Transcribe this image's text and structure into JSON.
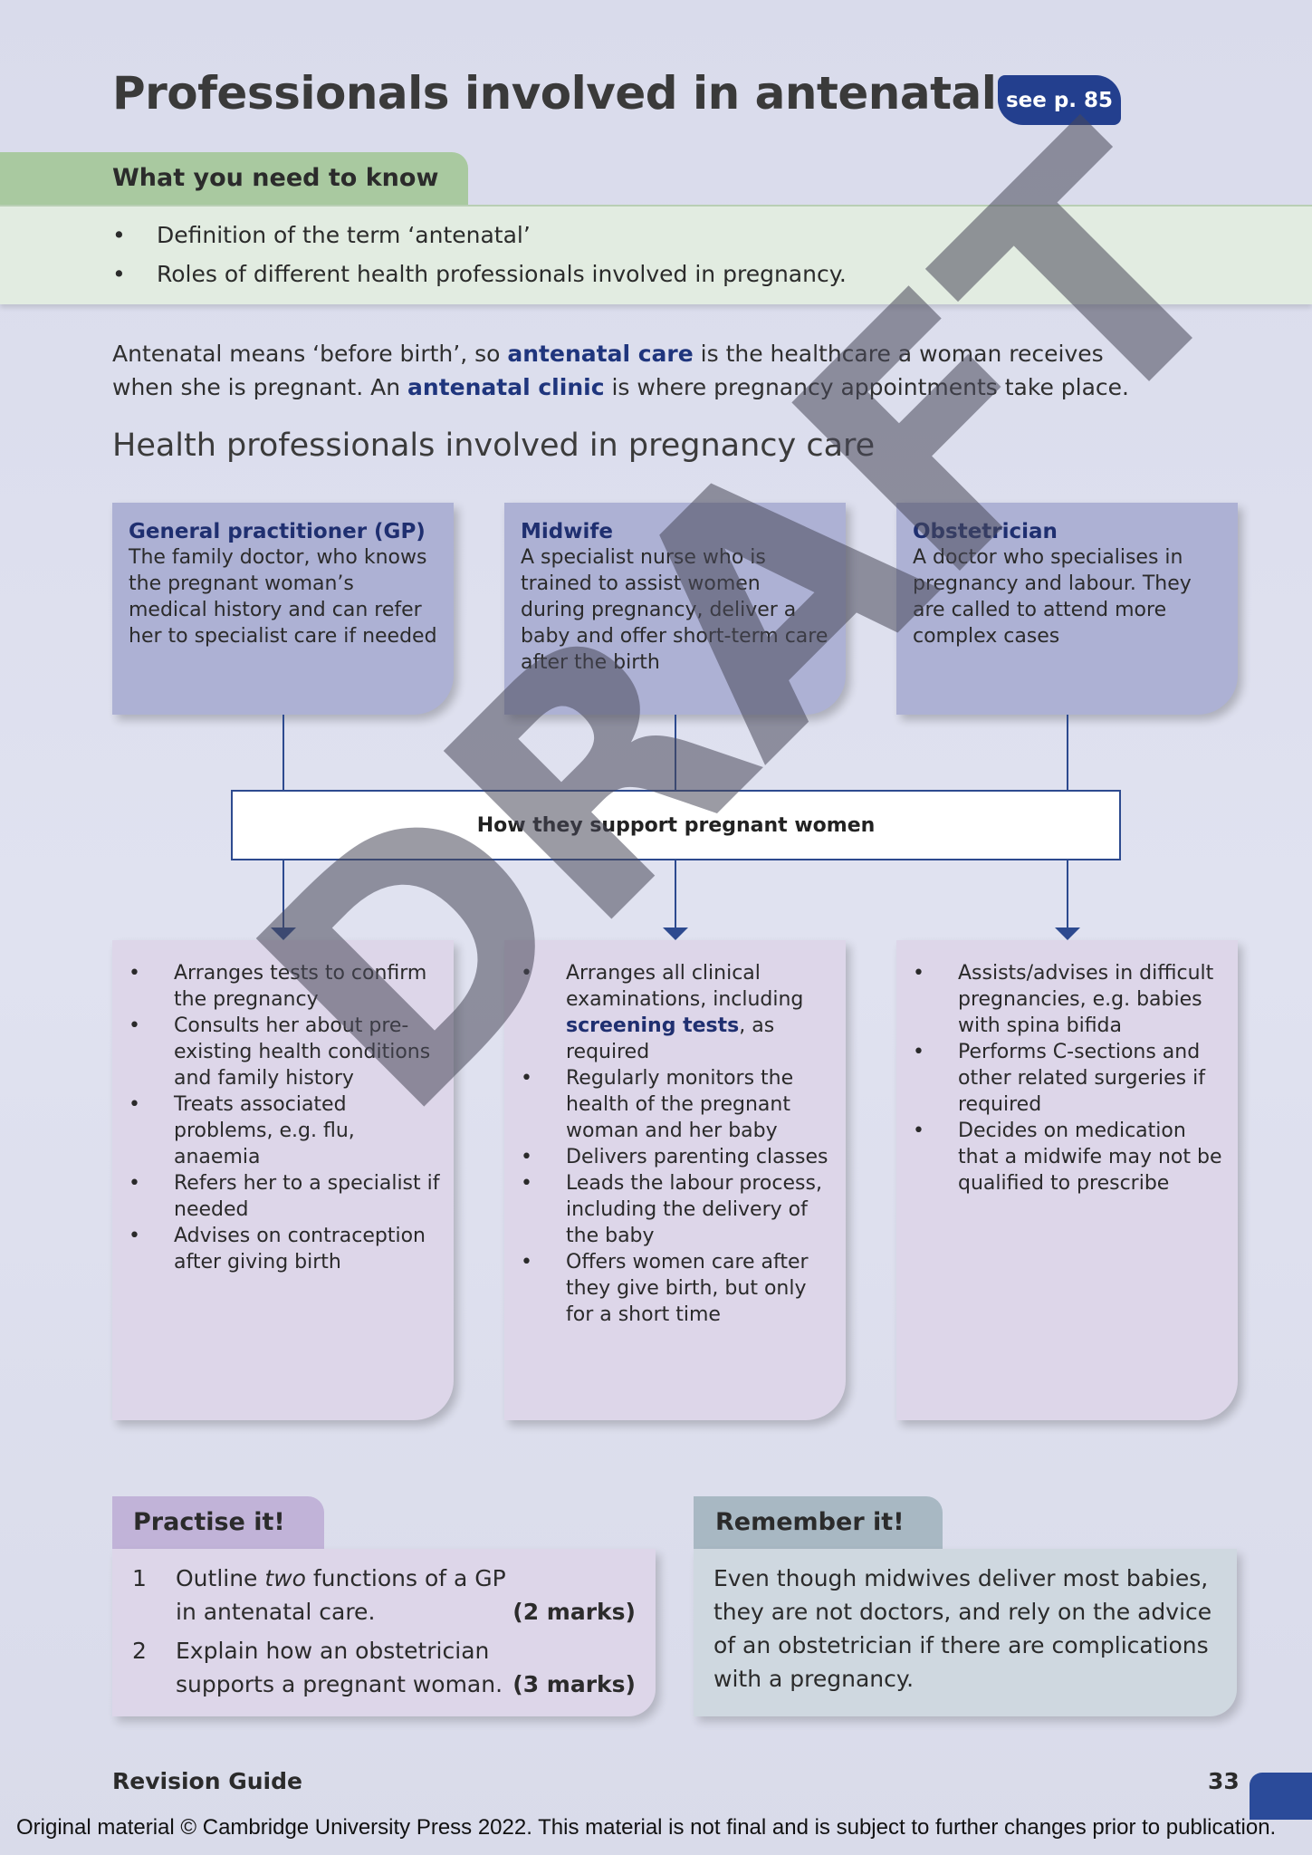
{
  "header": {
    "title": "Professionals involved in antenatal care",
    "page_ref": "see p. 85"
  },
  "need_to_know": {
    "heading": "What you need to know",
    "items": [
      "Definition of the term ‘antenatal’",
      "Roles of different health professionals involved in pregnancy."
    ]
  },
  "intro": {
    "p1": "Antenatal means ‘before birth’, so ",
    "term1": "antenatal care",
    "p2": " is the healthcare a woman receives when she is pregnant. An ",
    "term2": "antenatal clinic",
    "p3": " is where pregnancy appointments take place."
  },
  "section_heading": "Health professionals involved in pregnancy care",
  "professionals": [
    {
      "title": "General practitioner (GP)",
      "description": "The family doctor, who knows the pregnant woman’s medical history and can refer her to specialist care if needed"
    },
    {
      "title": "Midwife",
      "description": "A specialist nurse who is trained to assist women during pregnancy, deliver a baby and offer short-term care after the birth"
    },
    {
      "title": "Obstetrician",
      "description": "A doctor who specialises in pregnancy and labour. They are called to attend more complex cases"
    }
  ],
  "support_label": "How they support pregnant women",
  "support": {
    "gp": [
      "Arranges tests to confirm the pregnancy",
      "Consults her about pre-existing health conditions and family history",
      "Treats associated problems, e.g. flu, anaemia",
      "Refers her to a specialist if needed",
      "Advises on contraception after giving birth"
    ],
    "midwife": {
      "first_pre": "Arranges all clinical examinations, including ",
      "first_term": "screening tests",
      "first_post": ", as required",
      "rest": [
        "Regularly monitors the health of the pregnant woman and her baby",
        "Delivers parenting classes",
        "Leads the labour process, including the delivery of the baby",
        "Offers women care after they give birth, but only for a short time"
      ]
    },
    "obstetrician": [
      "Assists/advises in difficult pregnancies, e.g. babies with spina bifida",
      "Performs C-sections and other related surgeries if required",
      "Decides on medication that a midwife may not be qualified to prescribe"
    ]
  },
  "watermark": "DRAFT",
  "practise": {
    "heading": "Practise it!",
    "questions": [
      {
        "number": "1",
        "pre": "Outline ",
        "emph": "two",
        "post": " functions of a GP",
        "line2": "in antenatal care.",
        "marks": "(2 marks)"
      },
      {
        "number": "2",
        "line1": "Explain how an obstetrician",
        "line2": "supports a pregnant woman.",
        "marks": "(3 marks)"
      }
    ]
  },
  "remember": {
    "heading": "Remember it!",
    "text": "Even though midwives deliver most babies, they are not doctors, and rely on the advice of an obstetrician if there are complications with a pregnancy."
  },
  "footer": {
    "label": "Revision Guide",
    "page_number": "33",
    "copyright": "Original material © Cambridge University Press 2022. This material is not final and is subject to further changes prior to publication."
  },
  "colors": {
    "navy": "#233f8e",
    "green_tab": "#a9c9a0",
    "card_top": "#adb1d4",
    "card_bottom": "#ddd6e9"
  }
}
